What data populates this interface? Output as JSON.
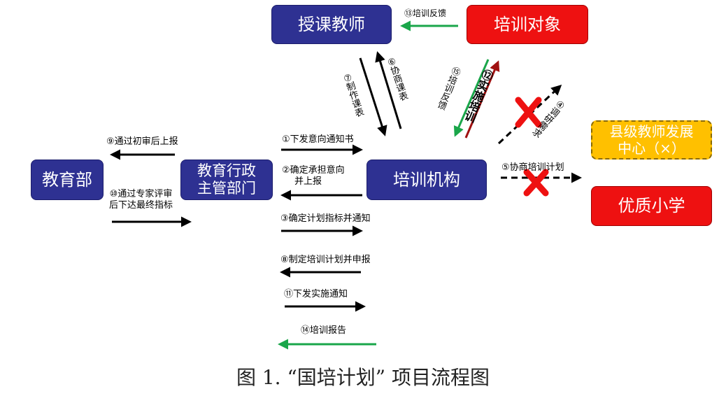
{
  "nodes": {
    "jiaoyubu": "教育部",
    "zhuguan": [
      "教育行政",
      "主管部门"
    ],
    "jigou": "培训机构",
    "jiaoshi": "授课教师",
    "duixiang": "培训对象",
    "xianji": [
      "县级教师发展",
      "中心（×）"
    ],
    "youzhi": "优质小学"
  },
  "labels": {
    "e1": "①下发意向通知书",
    "e2": [
      "②确定承担意向",
      "并上报"
    ],
    "e3": "③确定计划指标并通知",
    "e4": "④调研需求",
    "e5": "⑤协商培训计划",
    "e6": "⑥协商课表",
    "e7": "⑦制作课表",
    "e8": "⑧制定培训计划并申报",
    "e9": "⑨通过初审后上报",
    "e10": [
      "⑩通过专家评审",
      "后下达最终指标"
    ],
    "e11": "⑪下发实施通知",
    "e12": "⑫实施培训",
    "e13": "⑬培训反馈",
    "e14": "⑭培训报告",
    "e15": "⑮培训反馈"
  },
  "caption": "图 1. “国培计划” 项目流程图",
  "colors": {
    "navy": "#2e3192",
    "red": "#ee1111",
    "gold": "#ffc000",
    "green": "#1aa64a",
    "darkred": "#a01010",
    "black": "#000000"
  }
}
